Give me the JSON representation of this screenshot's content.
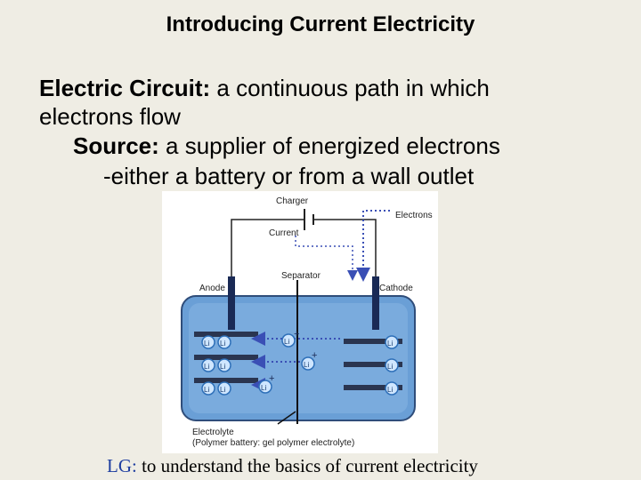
{
  "slide": {
    "title": "Introducing Current Electricity",
    "circuit": {
      "term": "Electric Circuit:",
      "def_line1": " a continuous path in which",
      "def_line2": "electrons flow"
    },
    "source": {
      "term": "Source:",
      "def": " a supplier of energized electrons"
    },
    "either_line": "-either a battery or from a wall outlet",
    "footer": {
      "label": "LG:",
      "text": " to understand the basics of current electricity"
    }
  },
  "diagram": {
    "charger": "Charger",
    "current": "Current",
    "electrons": "Electrons",
    "separator": "Separator",
    "anode": "Anode",
    "cathode": "Cathode",
    "ion_label": "Li",
    "plus": "+",
    "electrolyte": "Electrolyte",
    "electrolyte_note": "(Polymer battery: gel polymer electrolyte)"
  },
  "colors": {
    "background": "#efede4",
    "footer_label": "#1f3ea0",
    "cell_fill": "#6a9fd6",
    "arrow_blue": "#3a4fb5"
  }
}
